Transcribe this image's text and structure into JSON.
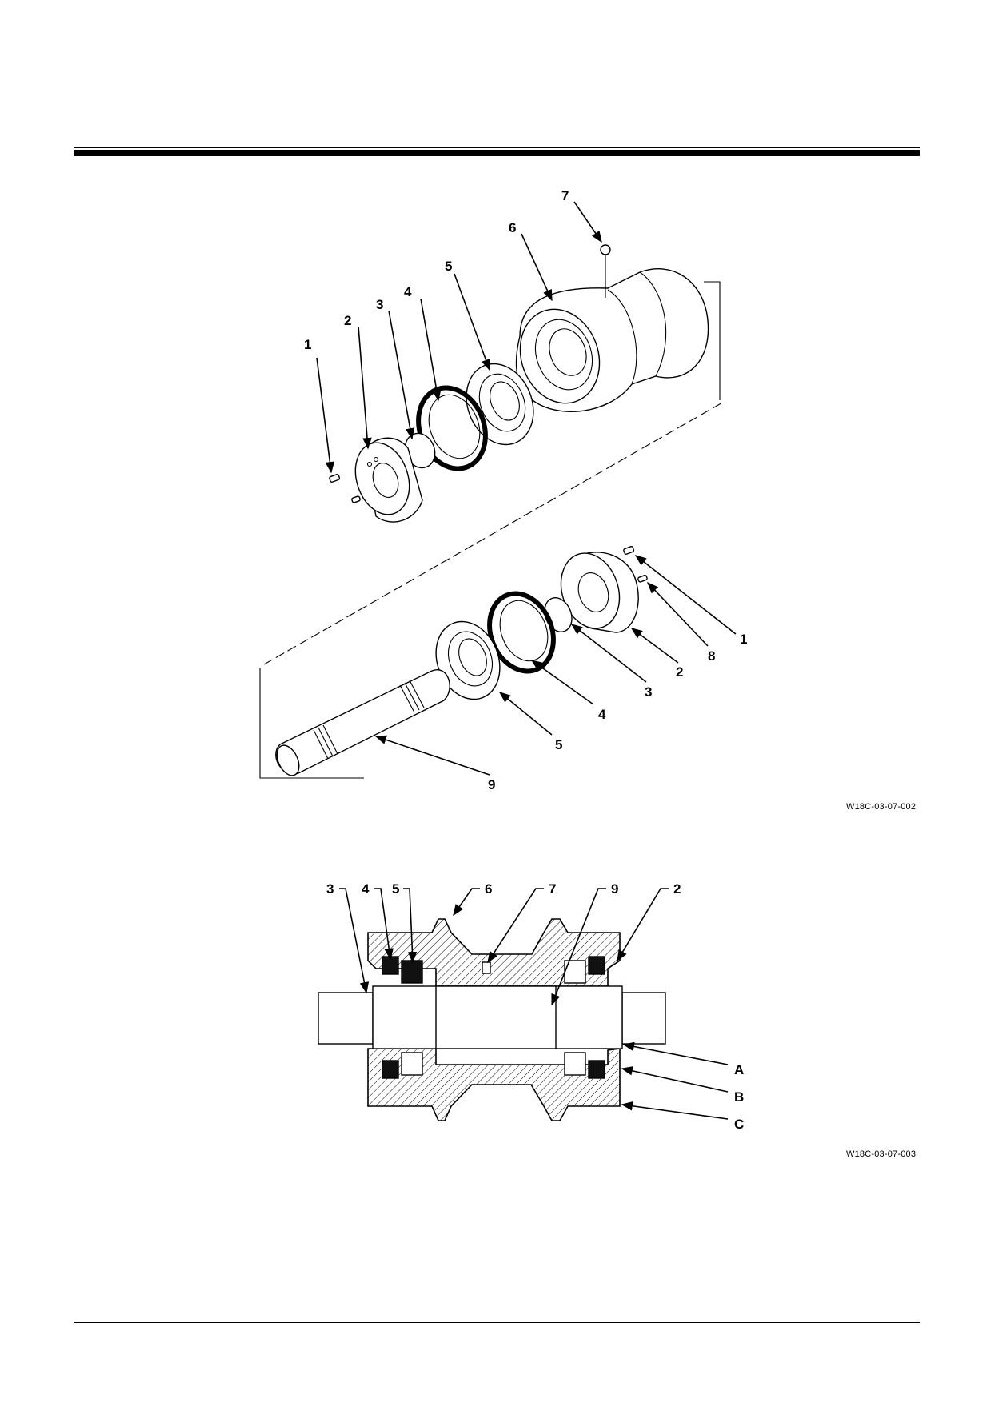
{
  "figure1": {
    "code": "W18C-03-07-002",
    "callouts": [
      "1",
      "2",
      "3",
      "4",
      "5",
      "6",
      "7",
      "1",
      "8",
      "2",
      "3",
      "4",
      "5",
      "9"
    ]
  },
  "figure2": {
    "code": "W18C-03-07-003",
    "top_callouts": [
      "3",
      "4",
      "5",
      "6",
      "7",
      "9",
      "2"
    ],
    "side_callouts": [
      "A",
      "B",
      "C"
    ]
  }
}
